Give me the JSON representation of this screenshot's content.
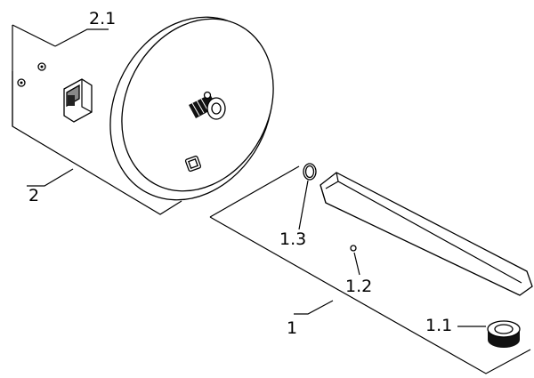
{
  "callouts": {
    "c1": "1",
    "c1_1": "1.1",
    "c1_2": "1.2",
    "c1_3": "1.3",
    "c2": "2",
    "c2_1": "2.1"
  }
}
